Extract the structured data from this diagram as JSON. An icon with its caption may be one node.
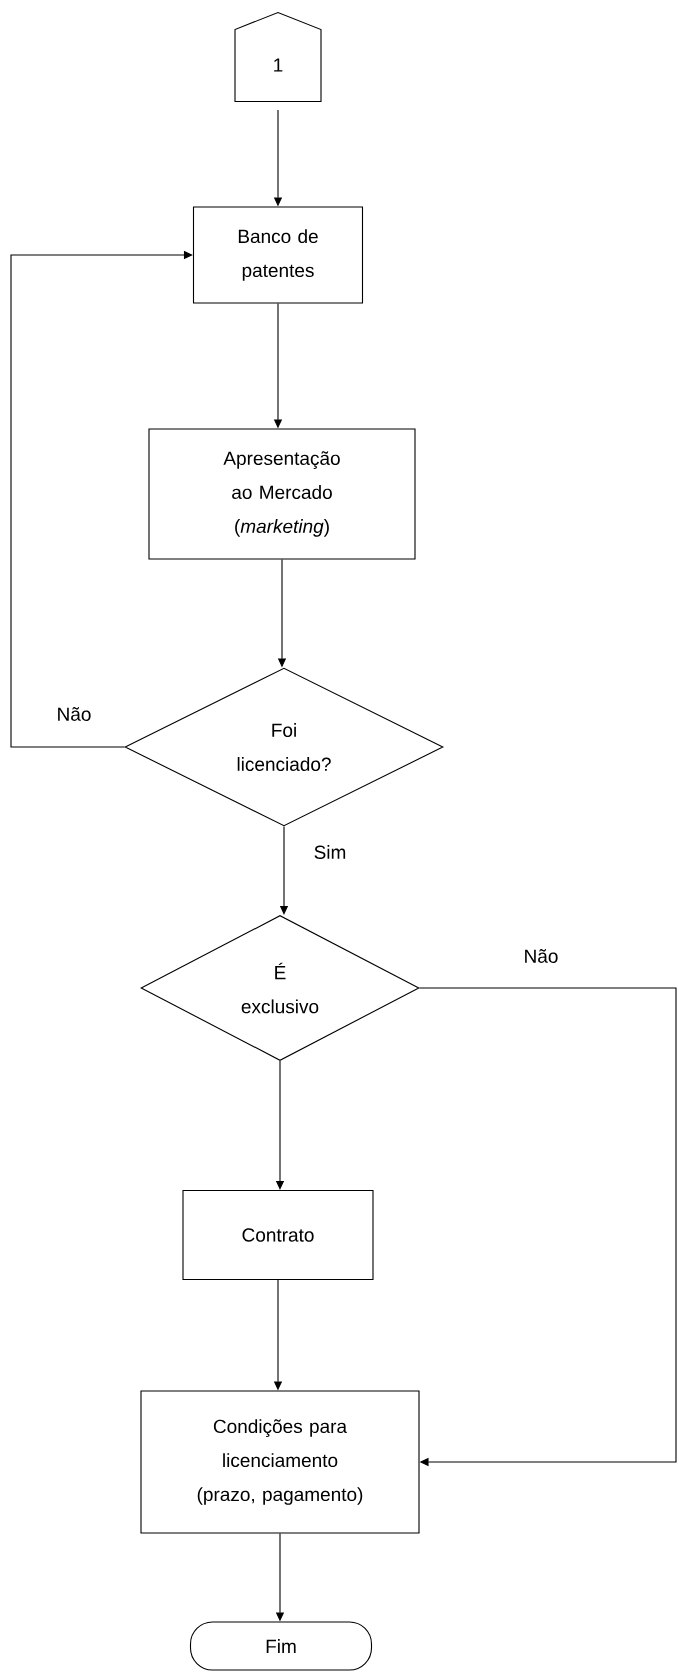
{
  "diagram": {
    "nodes": [
      {
        "text": [
          "1"
        ]
      },
      {
        "text": [
          "Banco de patentes"
        ]
      },
      {
        "text": [
          "Apresentação ao Mercado (*marketing*)"
        ]
      },
      {
        "text": [
          "Foi licenciado?"
        ]
      },
      {
        "text": [
          "É exclusivo"
        ]
      },
      {
        "text": [
          "Contrato"
        ]
      },
      {
        "text": [
          "Condições para licenciamento (prazo, pagamento)"
        ]
      },
      {
        "text": [
          "Fim"
        ]
      }
    ],
    "edges": [
      {
        "from": 0,
        "to": 1,
        "arrow": "to"
      },
      {
        "from": 1,
        "to": 2,
        "arrow": "to"
      },
      {
        "from": 2,
        "to": 3,
        "arrow": "to"
      },
      {
        "from": 3,
        "to": 1,
        "arrow": "to",
        "label": "Não"
      },
      {
        "from": 3,
        "to": 4,
        "arrow": "to",
        "label": "Sim"
      },
      {
        "from": 4,
        "to": 5,
        "arrow": "to"
      },
      {
        "from": 5,
        "to": 6,
        "arrow": "to"
      },
      {
        "from": 4,
        "to": 6,
        "arrow": "to",
        "label": "Não"
      },
      {
        "from": 6,
        "to": 7,
        "arrow": "to"
      }
    ]
  }
}
